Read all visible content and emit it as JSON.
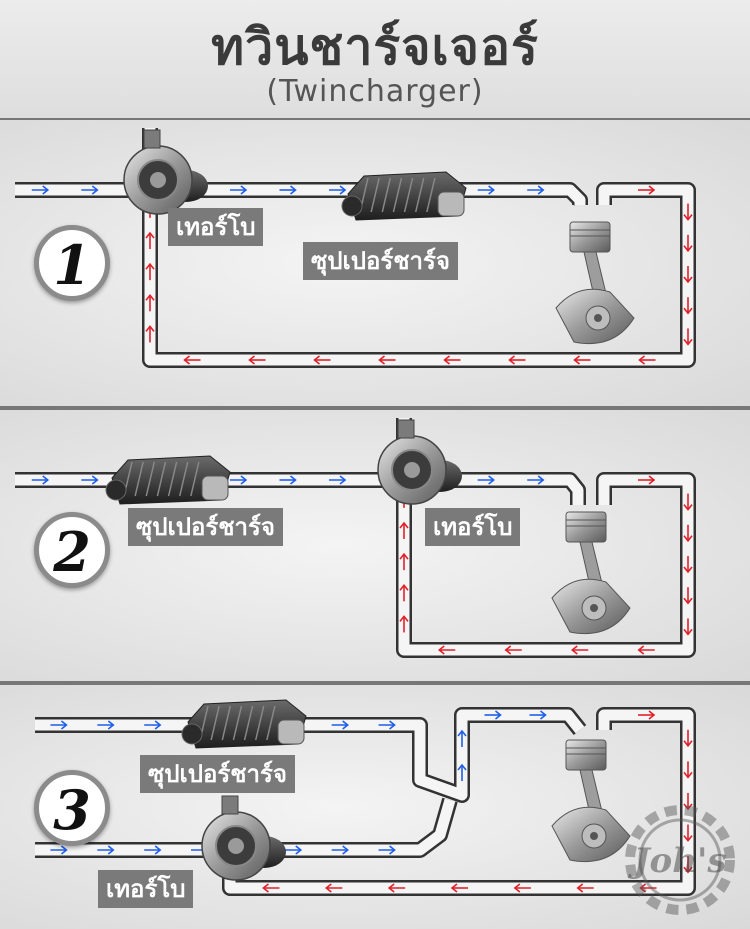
{
  "header": {
    "title": "ทวินชาร์จเจอร์",
    "subtitle": "(Twincharger)"
  },
  "panels": [
    {
      "number": "1",
      "labels": {
        "turbo": "เทอร์โบ",
        "supercharger": "ซุปเปอร์ชาร์จ"
      }
    },
    {
      "number": "2",
      "labels": {
        "turbo": "เทอร์โบ",
        "supercharger": "ซุปเปอร์ชาร์จ"
      }
    },
    {
      "number": "3",
      "labels": {
        "turbo": "เทอร์โบ",
        "supercharger": "ซุปเปอร์ชาร์จ"
      }
    }
  ],
  "watermark": {
    "text": "Joh's"
  },
  "colors": {
    "intake_arrow": "#1f5ee8",
    "exhaust_arrow": "#e0202a",
    "pipe_outline": "#333333",
    "label_bg": "#7a7a7a"
  }
}
